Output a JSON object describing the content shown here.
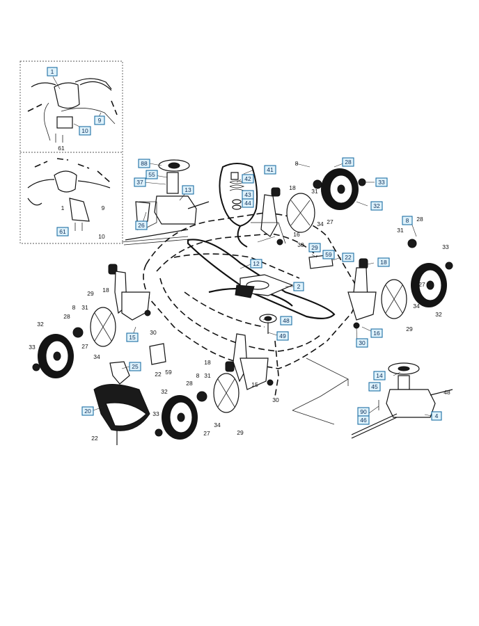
{
  "labels_boxed": [
    {
      "id": "b1",
      "text": "1"
    },
    {
      "id": "b10",
      "text": "10"
    },
    {
      "id": "b9",
      "text": "9"
    },
    {
      "id": "b61",
      "text": "61"
    },
    {
      "id": "b88",
      "text": "88"
    },
    {
      "id": "b55",
      "text": "55"
    },
    {
      "id": "b37",
      "text": "37"
    },
    {
      "id": "b13",
      "text": "13"
    },
    {
      "id": "b26",
      "text": "26"
    },
    {
      "id": "b41",
      "text": "41"
    },
    {
      "id": "b42",
      "text": "42"
    },
    {
      "id": "b43",
      "text": "43"
    },
    {
      "id": "b44",
      "text": "44"
    },
    {
      "id": "b28a",
      "text": "28"
    },
    {
      "id": "b33a",
      "text": "33"
    },
    {
      "id": "b32a",
      "text": "32"
    },
    {
      "id": "b29a",
      "text": "29"
    },
    {
      "id": "b59a",
      "text": "59"
    },
    {
      "id": "b22a",
      "text": "22"
    },
    {
      "id": "b18a",
      "text": "18"
    },
    {
      "id": "b8a",
      "text": "8"
    },
    {
      "id": "b12",
      "text": "12"
    },
    {
      "id": "b2",
      "text": "2"
    },
    {
      "id": "b48",
      "text": "48"
    },
    {
      "id": "b49",
      "text": "49"
    },
    {
      "id": "b15",
      "text": "15"
    },
    {
      "id": "b16",
      "text": "16"
    },
    {
      "id": "b30a",
      "text": "30"
    },
    {
      "id": "b25",
      "text": "25"
    },
    {
      "id": "b20",
      "text": "20"
    },
    {
      "id": "b14",
      "text": "14"
    },
    {
      "id": "b45",
      "text": "45"
    },
    {
      "id": "b90",
      "text": "90"
    },
    {
      "id": "b46",
      "text": "46"
    },
    {
      "id": "b4",
      "text": "4"
    }
  ],
  "labels_plain": [
    {
      "id": "p61",
      "text": "61"
    },
    {
      "id": "p1",
      "text": "1"
    },
    {
      "id": "p9",
      "text": "9"
    },
    {
      "id": "p10",
      "text": "10"
    },
    {
      "id": "p8a",
      "text": "8"
    },
    {
      "id": "p18a",
      "text": "18"
    },
    {
      "id": "p31a",
      "text": "31"
    },
    {
      "id": "p34a",
      "text": "34"
    },
    {
      "id": "p27a",
      "text": "27"
    },
    {
      "id": "p16a",
      "text": "16"
    },
    {
      "id": "p30a",
      "text": "30"
    },
    {
      "id": "p31b",
      "text": "31"
    },
    {
      "id": "p28b",
      "text": "28"
    },
    {
      "id": "p33b",
      "text": "33"
    },
    {
      "id": "p34b",
      "text": "34"
    },
    {
      "id": "p27b",
      "text": "27"
    },
    {
      "id": "p32b",
      "text": "32"
    },
    {
      "id": "p29b",
      "text": "29"
    },
    {
      "id": "p18b",
      "text": "18"
    },
    {
      "id": "p29c",
      "text": "29"
    },
    {
      "id": "p8b",
      "text": "8"
    },
    {
      "id": "p31c",
      "text": "31"
    },
    {
      "id": "p28c",
      "text": "28"
    },
    {
      "id": "p32c",
      "text": "32"
    },
    {
      "id": "p33c",
      "text": "33"
    },
    {
      "id": "p27c",
      "text": "27"
    },
    {
      "id": "p34c",
      "text": "34"
    },
    {
      "id": "p30b",
      "text": "30"
    },
    {
      "id": "p22b",
      "text": "22"
    },
    {
      "id": "p59b",
      "text": "59"
    },
    {
      "id": "p18c",
      "text": "18"
    },
    {
      "id": "p15b",
      "text": "15"
    },
    {
      "id": "p30c",
      "text": "30"
    },
    {
      "id": "p32d",
      "text": "32"
    },
    {
      "id": "p28d",
      "text": "28"
    },
    {
      "id": "p8c",
      "text": "8"
    },
    {
      "id": "p31d",
      "text": "31"
    },
    {
      "id": "p33d",
      "text": "33"
    },
    {
      "id": "p27d",
      "text": "27"
    },
    {
      "id": "p34d",
      "text": "34"
    },
    {
      "id": "p29d",
      "text": "29"
    },
    {
      "id": "p22c",
      "text": "22"
    },
    {
      "id": "p48",
      "text": "48"
    }
  ]
}
